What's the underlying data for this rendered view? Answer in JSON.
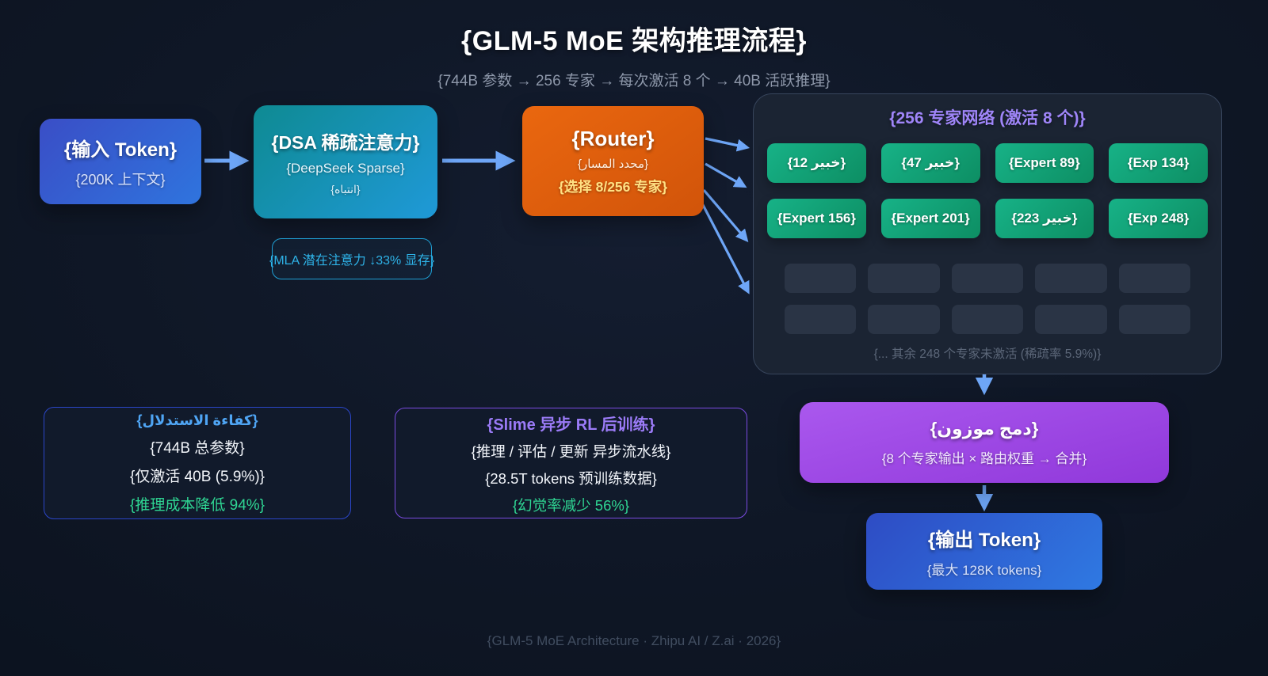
{
  "header": {
    "title": "{GLM-5 MoE 架构推理流程}",
    "subtitle": "{744B 参数 → 256 专家 → 每次激活 8 个 → 40B 活跃推理}"
  },
  "nodes": {
    "input": {
      "title": "{输入 Token}",
      "subtitle": "{200K 上下文}"
    },
    "dsa": {
      "title": "{DSA 稀疏注意力}",
      "line2": "{DeepSeek Sparse}",
      "line3": "{انتباه}"
    },
    "mla": {
      "label": "{MLA 潜在注意力 ↓33% 显存}"
    },
    "router": {
      "title": "{Router}",
      "line2": "{محدد المسار}",
      "line3": "{选择 8/256 专家}"
    },
    "experts": {
      "title": "{256 专家网络 (激活 8 个)}",
      "active": [
        "{خبير 12}",
        "{خبير 47}",
        "{Expert 89}",
        "{Exp 134}",
        "{Expert 156}",
        "{Expert 201}",
        "{خبير 223}",
        "{Exp 248}"
      ],
      "inactive_placeholder_count": 10,
      "caption": "{... 其余 248 个专家未激活 (稀疏率 5.9%)}"
    },
    "merge": {
      "title": "{دمج موزون}",
      "subtitle": "{8 个专家输出 × 路由权重 → 合并}"
    },
    "output": {
      "title": "{输出 Token}",
      "subtitle": "{最大 128K tokens}"
    }
  },
  "cards": {
    "efficiency": {
      "title": "{كفاءة الاستدلال}",
      "line1": "{744B 总参数}",
      "line2": "{仅激活 40B (5.9%)}",
      "highlight": "{推理成本降低 94%}"
    },
    "posttrain": {
      "title": "{Slime 异步 RL 后训练}",
      "line1": "{推理 / 评估 / 更新 异步流水线}",
      "line2": "{28.5T tokens 预训练数据}",
      "highlight": "{幻觉率减少 56%}"
    }
  },
  "footer": {
    "text": "{GLM-5 MoE Architecture · Zhipu AI / Z.ai · 2026}"
  },
  "colors": {
    "background": "#0f1726",
    "arrow": "#6ea6f7",
    "accent_purple": "#9f85f8",
    "accent_green": "#2fd593",
    "accent_cyan": "#2eb3e8",
    "accent_blue": "#4fa5f4",
    "router_highlight": "#ffe083",
    "expert_green": "#12a878",
    "panel_border": "#37455c"
  }
}
